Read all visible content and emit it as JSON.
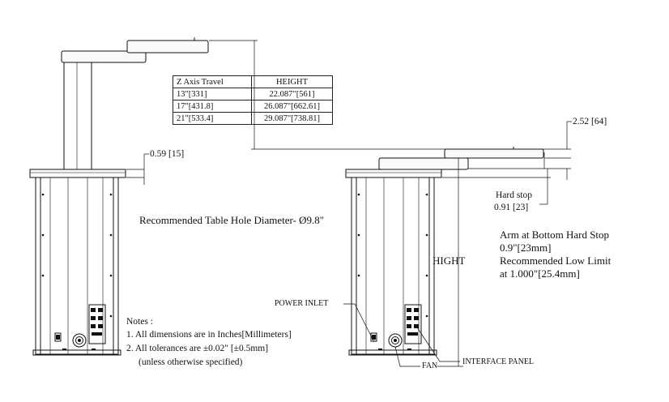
{
  "travel_table": {
    "headers": [
      "Z Axis Travel",
      "HEIGHT"
    ],
    "rows": [
      [
        "13\"[331]",
        "22.087\"[561]"
      ],
      [
        "17\"[431.8]",
        "26.087\"[662.61]"
      ],
      [
        "21\"[533.4]",
        "29.087\"[738.81]"
      ]
    ]
  },
  "dimensions": {
    "flange_thickness": "0.59 [15]",
    "arm_clearance": "2.52 [64]",
    "hard_stop_label": "Hard stop",
    "hard_stop_value": "0.91 [23]",
    "height_label": "HIGHT"
  },
  "callouts": {
    "table_hole": "Recommended Table Hole Diameter-  Ø9.8\"",
    "bottom_stop_lines": [
      "Arm at Bottom Hard Stop",
      "0.9\"[23mm]",
      "Recommended Low Limit",
      "at 1.000\"[25.4mm]"
    ],
    "power_inlet": "POWER INLET",
    "fan": "FAN",
    "interface_panel": "INTERFACE PANEL"
  },
  "notes": {
    "heading": "Notes :",
    "lines": [
      "1. All dimensions are in Inches[Millimeters]",
      "2. All tolerances are ±0.02\" [±0.5mm]",
      "(unless otherwise specified)"
    ]
  }
}
